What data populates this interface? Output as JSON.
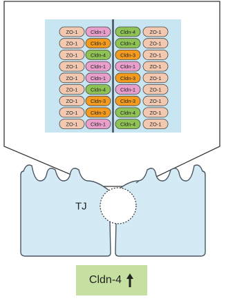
{
  "strand_columns": [
    [
      "ZO-1",
      "ZO-1",
      "ZO-1",
      "ZO-1",
      "ZO-1",
      "ZO-1",
      "ZO-1",
      "ZO-1",
      "ZO-1"
    ],
    [
      "Cldn-1",
      "Cldn-3",
      "Cldn-4",
      "Cldn-1",
      "Cldn-1",
      "Cldn-4",
      "Cldn-3",
      "Cldn-3",
      "Cldn-1"
    ],
    [
      "Cldn-4",
      "Cldn-4",
      "Cldn-3",
      "Cldn-1",
      "Cldn-3",
      "Cldn-1",
      "Cldn-3",
      "Cldn-4",
      "Cldn-4"
    ],
    [
      "ZO-1",
      "ZO-1",
      "ZO-1",
      "ZO-1",
      "ZO-1",
      "ZO-1",
      "ZO-1",
      "ZO-1",
      "ZO-1"
    ]
  ],
  "colors": {
    "ZO-1": "#f2c9b0",
    "Cldn-1": "#e99fcb",
    "Cldn-3": "#f39b1e",
    "Cldn-4": "#8fc255",
    "membrane": "#c8e6f2",
    "cell_fill": "#d4ebf6",
    "cell_stroke": "#4a5560",
    "legend_bg": "#c6e0a2"
  },
  "junction_label": "TJ",
  "legend_text": "Cldn-4",
  "legend_arrow_icon": "up-arrow-icon"
}
